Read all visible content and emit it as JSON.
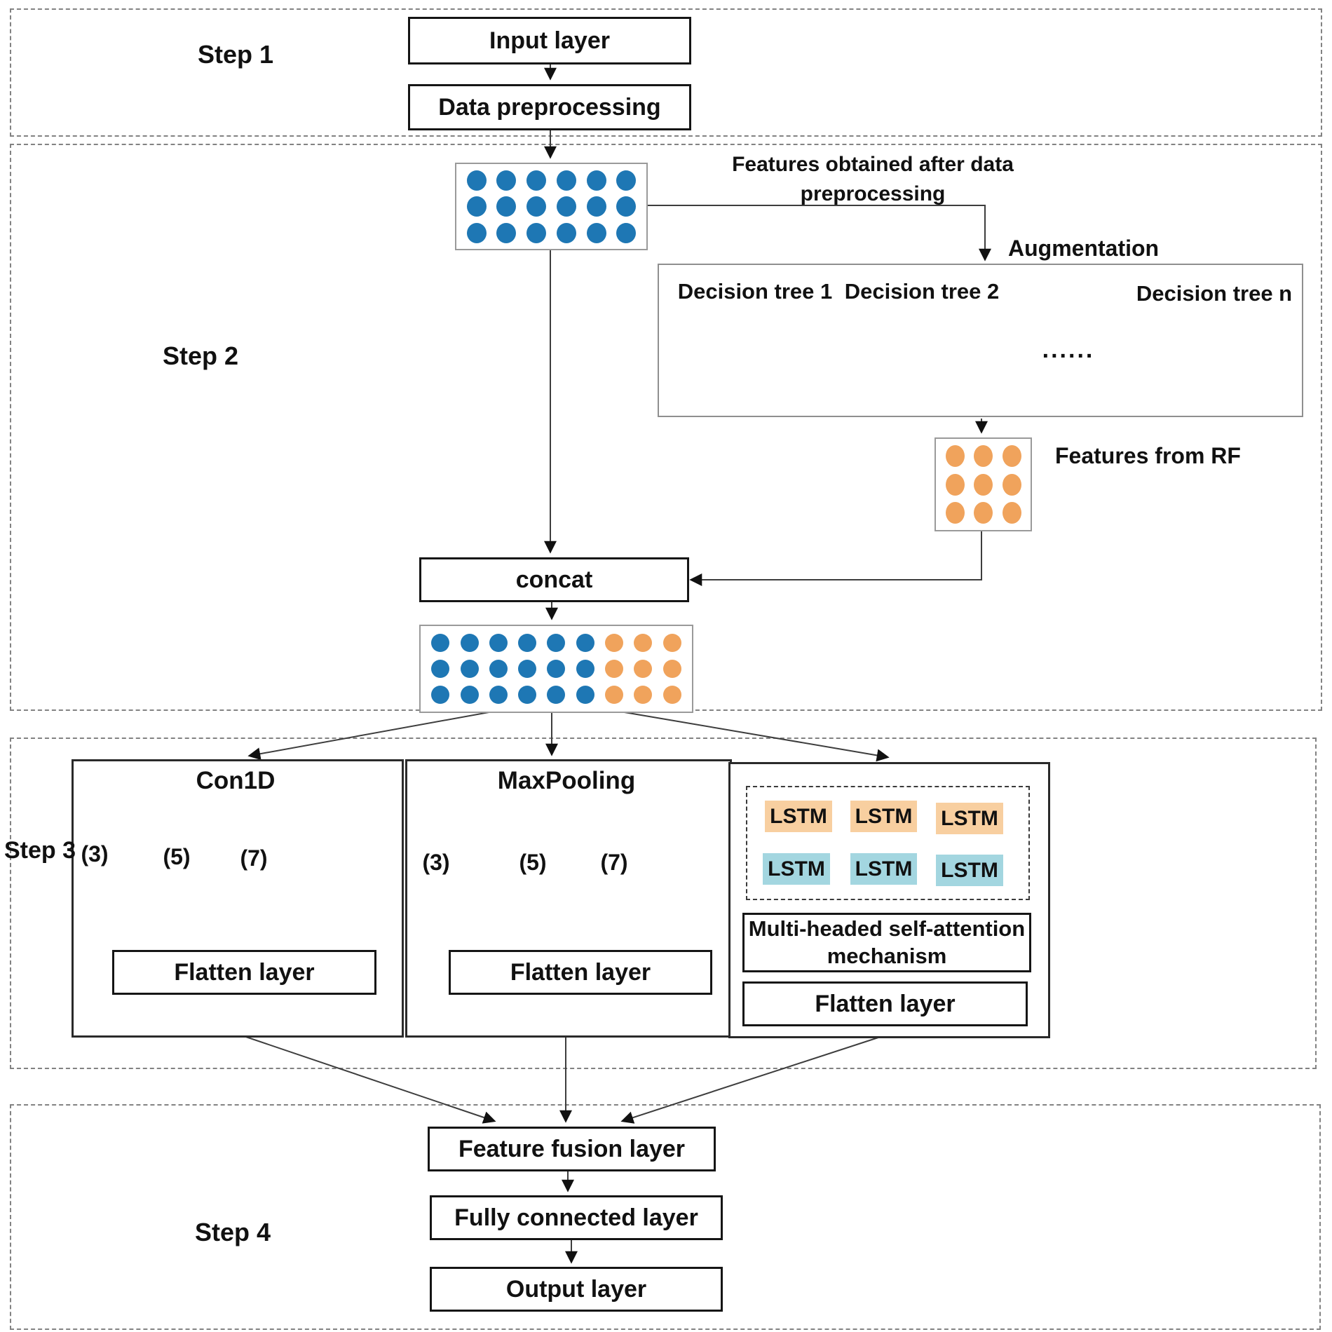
{
  "steps": {
    "step1": {
      "label": "Step 1"
    },
    "step2": {
      "label": "Step 2"
    },
    "step3": {
      "label": "Step 3"
    },
    "step4": {
      "label": "Step 4"
    }
  },
  "step1": {
    "input_layer": "Input layer",
    "data_preprocessing": "Data preprocessing"
  },
  "step2": {
    "features_caption": "Features obtained after data preprocessing",
    "augmentation_label": "Augmentation",
    "decision_trees": [
      "Decision tree 1",
      "Decision tree 2",
      "Decision tree n"
    ],
    "ellipsis": "......",
    "features_rf_label": "Features from RF",
    "concat_label": "concat"
  },
  "step3": {
    "conv": {
      "title": "Con1D",
      "kernels": [
        "(3)",
        "(5)",
        "(7)"
      ],
      "flatten": "Flatten layer"
    },
    "pool": {
      "title": "MaxPooling",
      "kernels": [
        "(3)",
        "(5)",
        "(7)"
      ],
      "flatten": "Flatten layer"
    },
    "lstm": {
      "cell": "LSTM",
      "attention": "Multi-headed self-attention mechanism",
      "flatten": "Flatten layer"
    }
  },
  "step4": {
    "fusion": "Feature fusion layer",
    "fc": "Fully connected layer",
    "output": "Output layer"
  },
  "colors": {
    "feature_blue": "#1e77b4",
    "feature_orange": "#f0a35c",
    "tree_red": "#c2453a",
    "tree_teal": "#3fb0c6",
    "tree_orange": "#f0a04c",
    "lstm_orange": "#f8cfa0",
    "lstm_blue": "#a3d6e0"
  },
  "grids": {
    "features_preprocessed": {
      "rows": 3,
      "cols": 6,
      "dot": [
        28,
        29
      ],
      "row_pattern": [
        {
          "color": "feature_blue",
          "count": 6
        }
      ]
    },
    "features_rf": {
      "rows": 3,
      "cols": 3,
      "dot": [
        27,
        31
      ],
      "row_pattern": [
        {
          "color": "feature_orange",
          "count": 3
        }
      ]
    },
    "features_concat": {
      "rows": 3,
      "cols": 9,
      "dot": [
        26,
        26
      ],
      "row_pattern": [
        {
          "color": "feature_blue",
          "count": 6
        },
        {
          "color": "feature_orange",
          "count": 3
        }
      ]
    }
  }
}
